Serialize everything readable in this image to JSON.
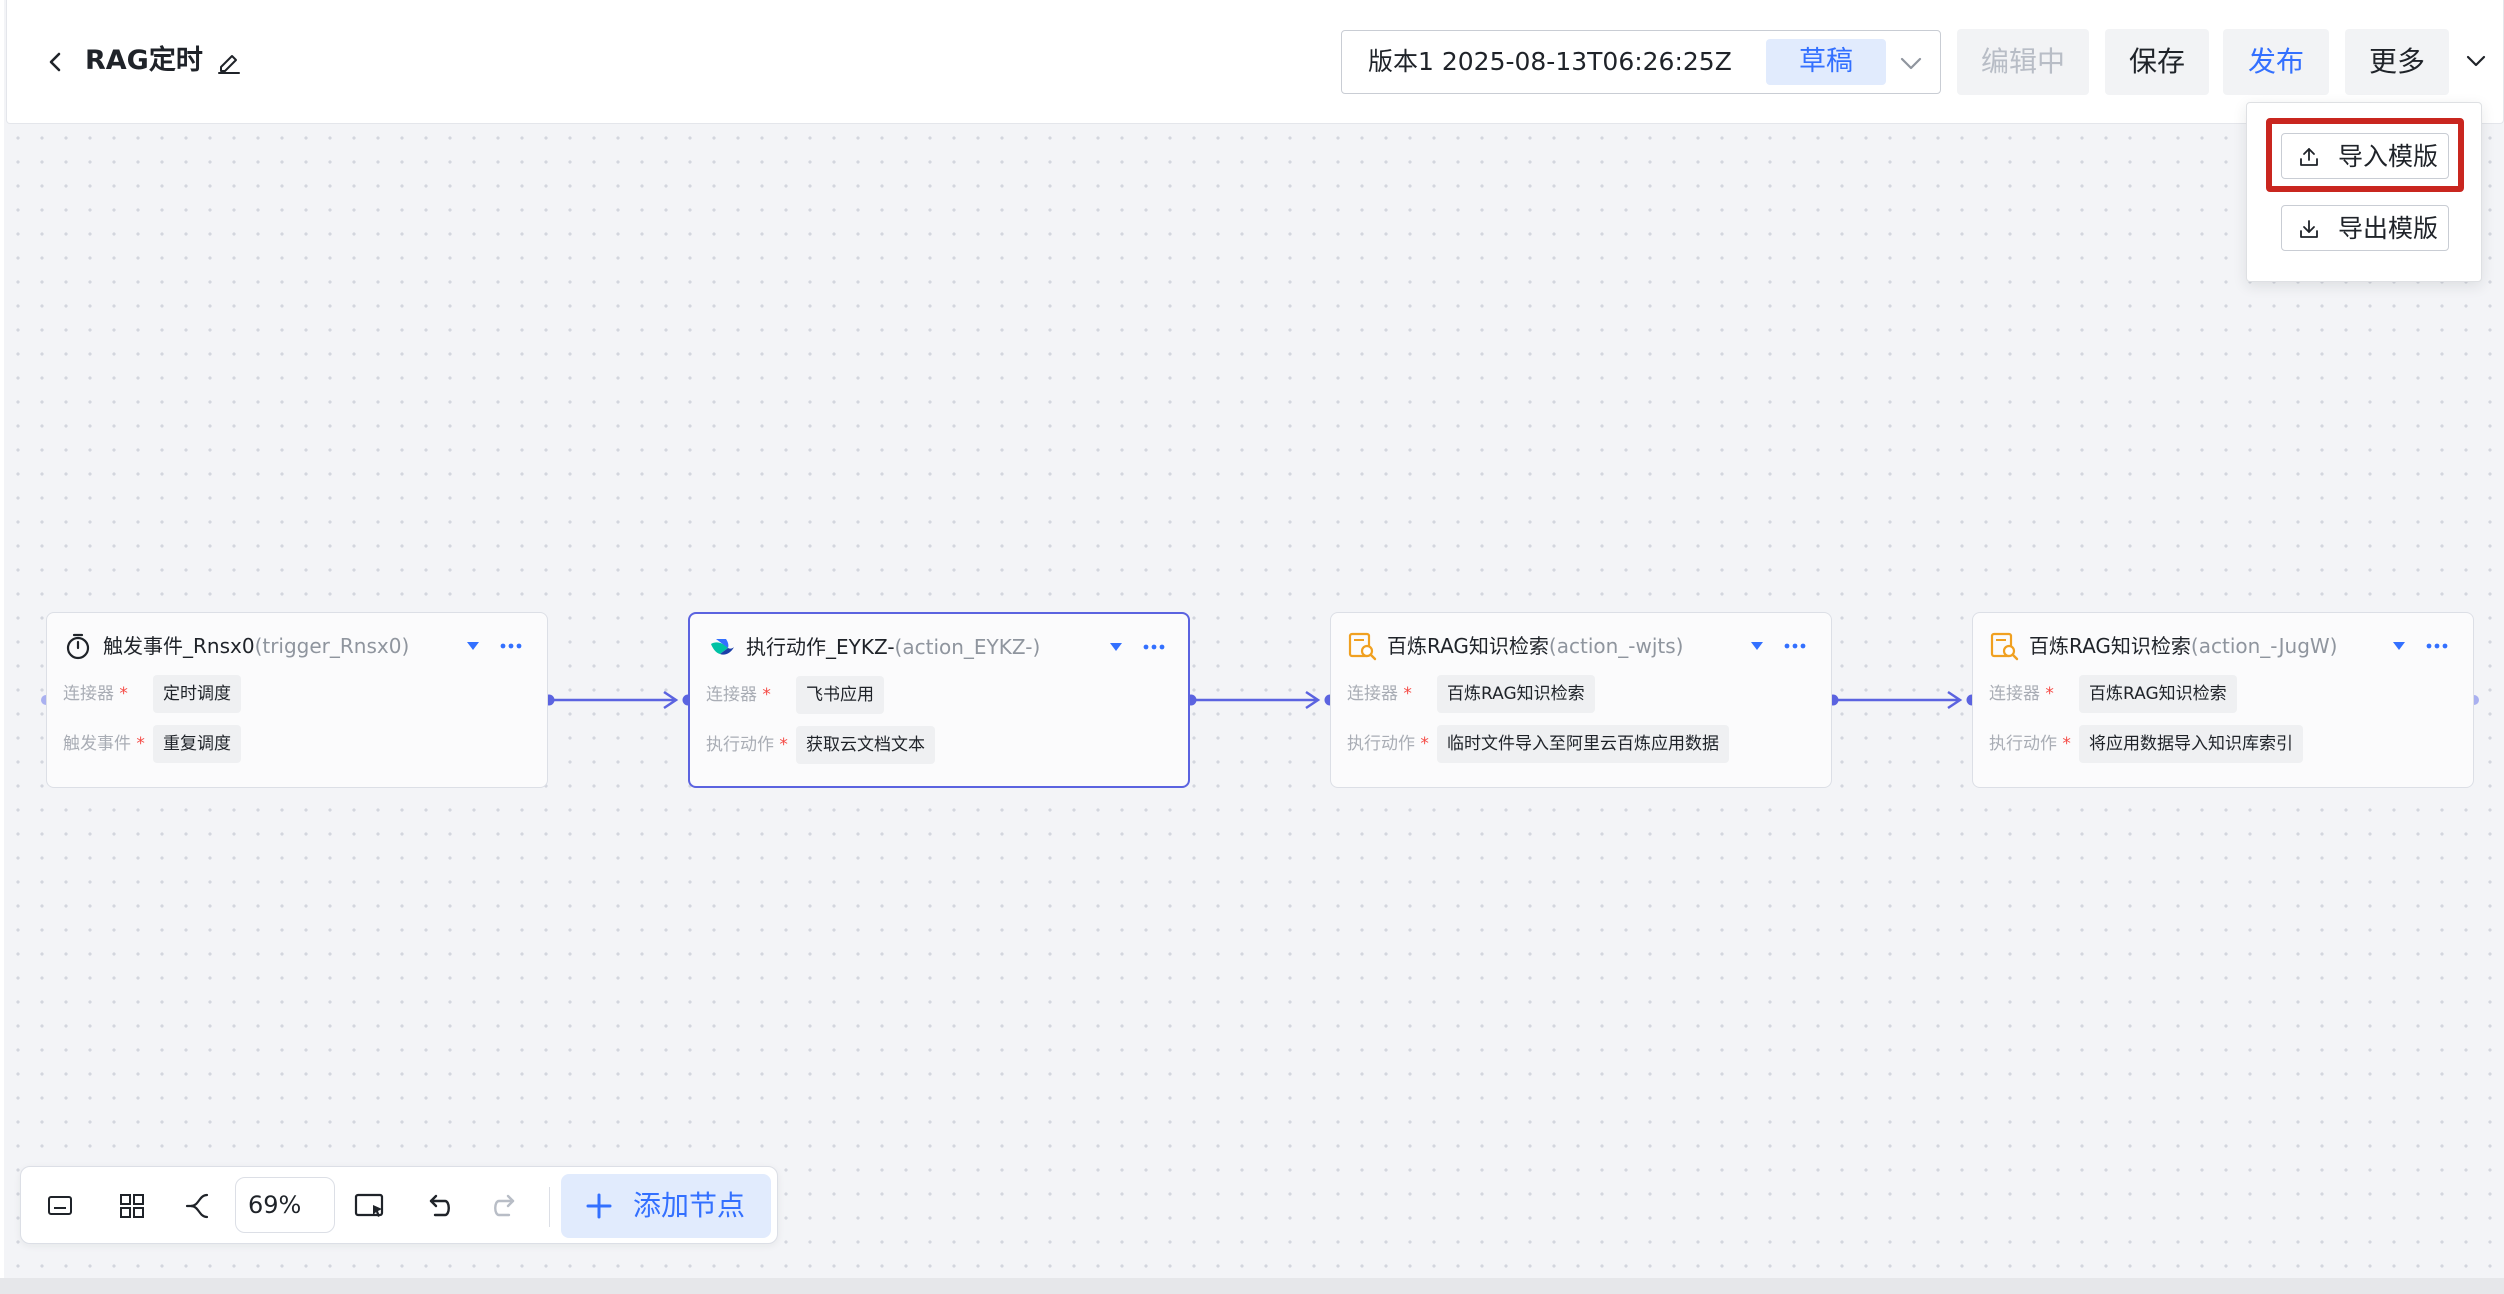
{
  "header": {
    "title": "RAG定时",
    "version": {
      "text": "版本1 2025-08-13T06:26:25Z",
      "status": "草稿"
    },
    "buttons": {
      "editing": "编辑中",
      "save": "保存",
      "publish": "发布",
      "more": "更多"
    }
  },
  "dropdown": {
    "items": [
      {
        "label": "导入模版",
        "icon": "upload-icon",
        "highlighted": true
      },
      {
        "label": "导出模版",
        "icon": "download-icon",
        "highlighted": false
      }
    ]
  },
  "nodes": [
    {
      "icon": "timer-icon",
      "title": "触发事件_Rnsx0",
      "subtitle": "(trigger_Rnsx0)",
      "field1_label": "连接器",
      "field1_value": "定时调度",
      "field2_label": "触发事件",
      "field2_value": "重复调度",
      "selected": false
    },
    {
      "icon": "feishu-icon",
      "title": "执行动作_EYKZ-",
      "subtitle": "(action_EYKZ-)",
      "field1_label": "连接器",
      "field1_value": "飞书应用",
      "field2_label": "执行动作",
      "field2_value": "获取云文档文本",
      "selected": true
    },
    {
      "icon": "bailian-rag-icon",
      "title": "百炼RAG知识检索",
      "subtitle": "(action_-wjts)",
      "field1_label": "连接器",
      "field1_value": "百炼RAG知识检索",
      "field2_label": "执行动作",
      "field2_value": "临时文件导入至阿里云百炼应用数据",
      "selected": false
    },
    {
      "icon": "bailian-rag-icon",
      "title": "百炼RAG知识检索",
      "subtitle": "(action_-JugW)",
      "field1_label": "连接器",
      "field1_value": "百炼RAG知识检索",
      "field2_label": "执行动作",
      "field2_value": "将应用数据导入知识库索引",
      "selected": false
    }
  ],
  "toolbar": {
    "zoom": "69%",
    "add_node": "添加节点",
    "icons": [
      "minimap-icon",
      "layout-icon",
      "connector-style-icon",
      "select-box-icon",
      "undo-icon",
      "redo-icon"
    ]
  },
  "colors": {
    "accent": "#3370ff",
    "edge": "#5b63e0",
    "highlight": "#c9261f",
    "required": "#f54a45"
  }
}
